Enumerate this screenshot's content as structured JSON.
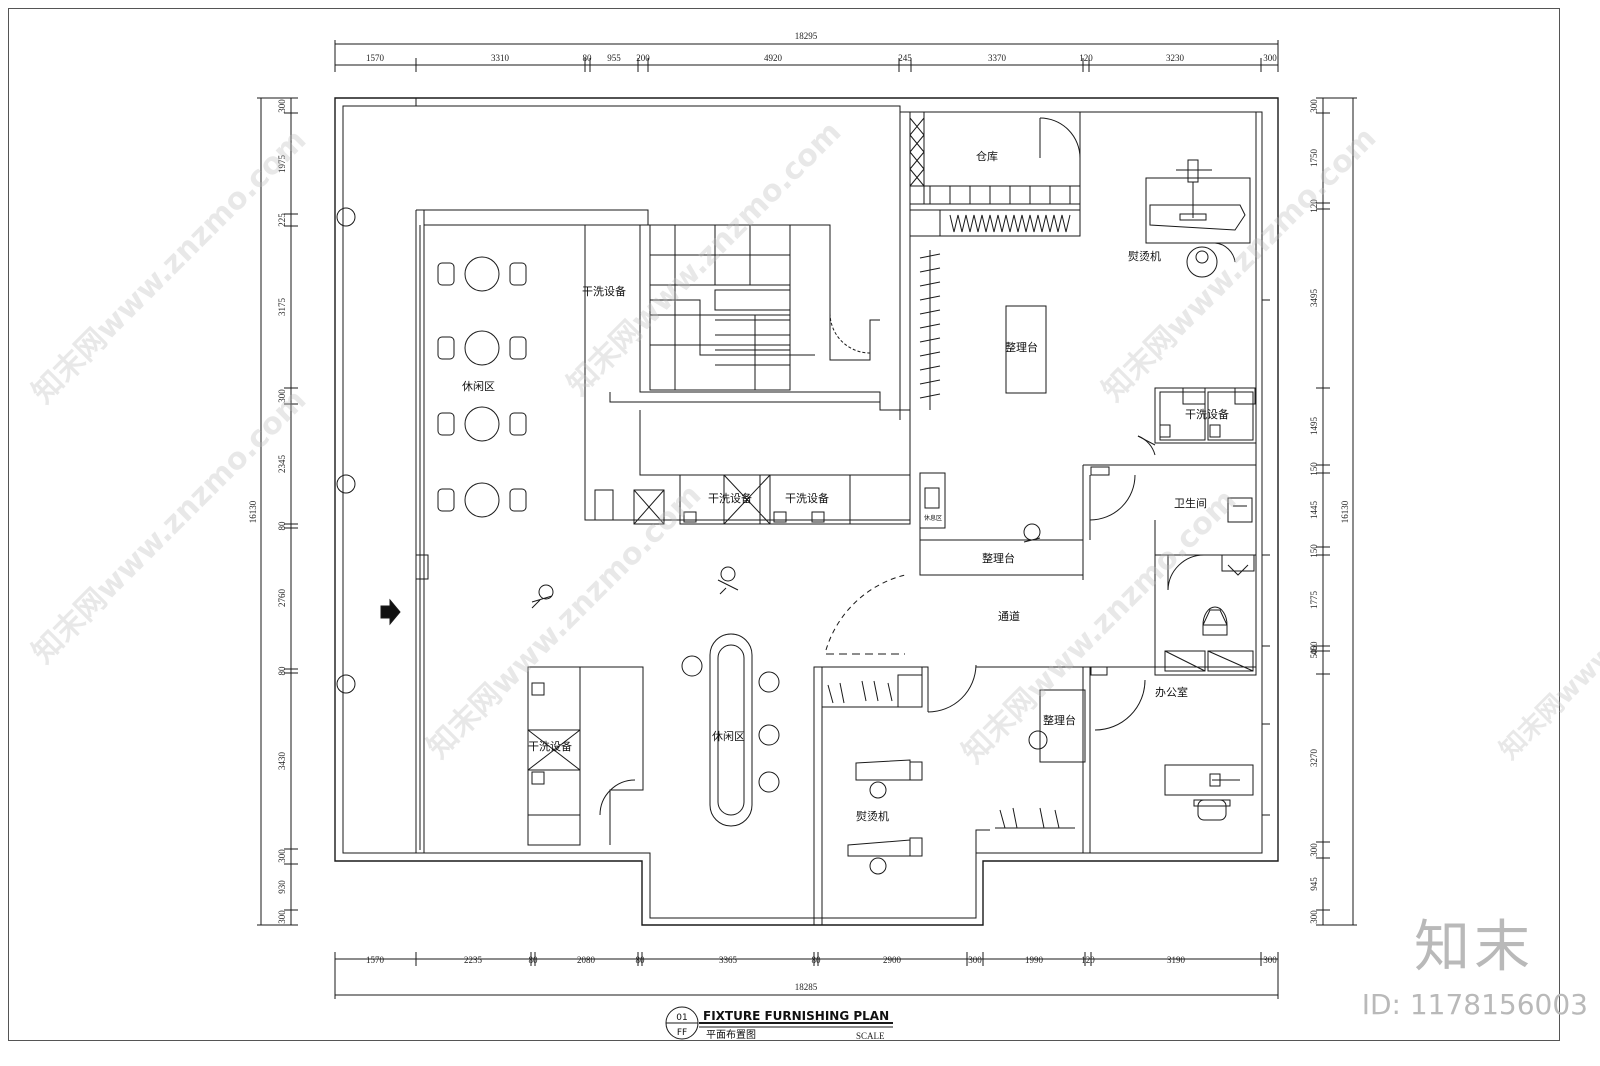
{
  "title_block": {
    "number": "01",
    "code": "FF",
    "title": "FIXTURE FURNISHING PLAN",
    "subtitle": "平面布置图",
    "scale_label": "SCALE"
  },
  "dimensions": {
    "top_total": "18295",
    "top": [
      "1570",
      "3310",
      "80",
      "955",
      "200",
      "4920",
      "245",
      "3370",
      "120",
      "3230",
      "300"
    ],
    "bottom_total": "18285",
    "bottom": [
      "1570",
      "2235",
      "80",
      "2080",
      "80",
      "3365",
      "80",
      "2900",
      "300",
      "1990",
      "120",
      "3190",
      "300"
    ],
    "left_total": "16130",
    "left": [
      "300",
      "1975",
      "225",
      "3175",
      "300",
      "2345",
      "80",
      "2760",
      "80",
      "3430",
      "300",
      "930",
      "300"
    ],
    "right_total": "16130",
    "right": [
      "300",
      "1750",
      "120",
      "3495",
      "1495",
      "150",
      "1445",
      "150",
      "1775",
      "50",
      "40",
      "50",
      "3270",
      "300",
      "945",
      "300"
    ]
  },
  "rooms": {
    "warehouse": "仓库",
    "ironing_top": "熨烫机",
    "sorting_center": "整理台",
    "dryclean_top": "干洗设备",
    "dryclean_right": "干洗设备",
    "dryclean_mid_1": "干洗设备",
    "dryclean_mid_2": "干洗设备",
    "dryclean_left": "干洗设备",
    "lounge_top": "休闲区",
    "lounge_center": "休闲区",
    "bathroom": "卫生间",
    "sorting_counter": "整理台",
    "corridor": "通道",
    "office": "办公室",
    "sorting_lower": "整理台",
    "ironing_lower": "熨烫机",
    "small_label": "休息区"
  },
  "watermark": {
    "text": "知末网www.znzmo.com",
    "brand": "知末",
    "id": "ID: 1178156003"
  },
  "colors": {
    "line": "#1a1a1a",
    "watermark": "#bdbdbd"
  }
}
